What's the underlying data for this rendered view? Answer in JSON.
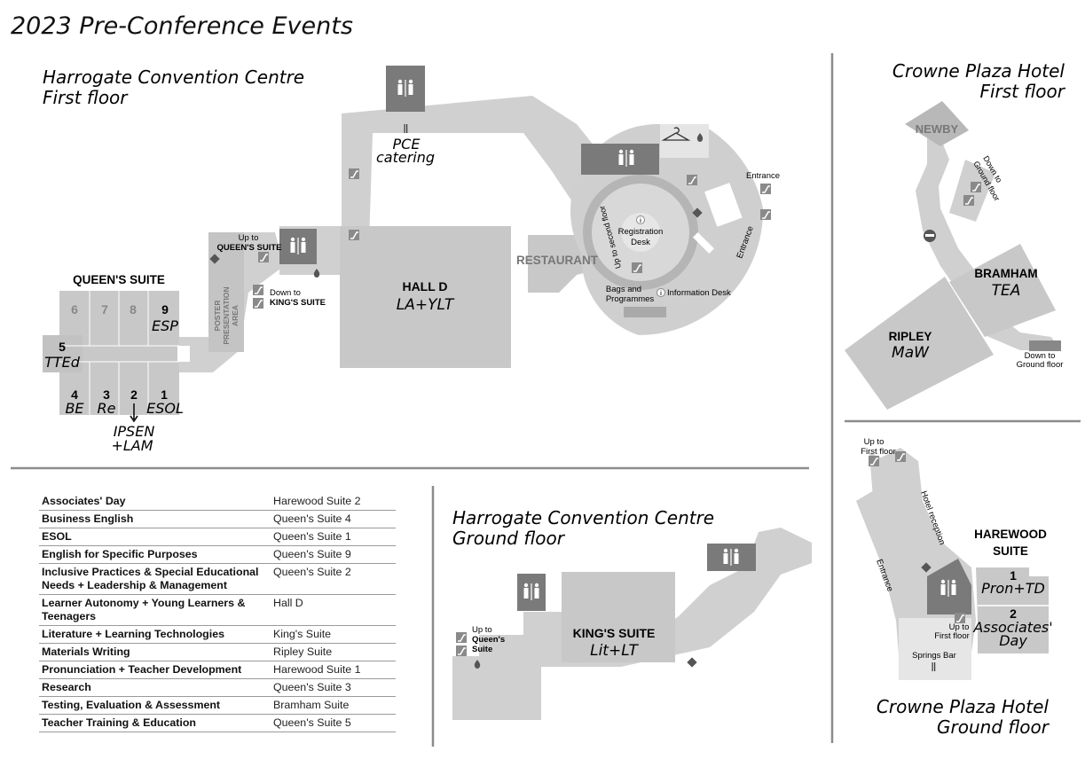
{
  "page_title": "2023 Pre-Conference Events",
  "hcc_first": {
    "title_1": "Harrogate Convention Centre",
    "title_2": "First floor",
    "queens_suite": "QUEEN'S SUITE",
    "room_6": "6",
    "room_7": "7",
    "room_8": "8",
    "room_9": "9",
    "room_9_event": "ESP",
    "room_5": "5",
    "room_5_event": "TTEd",
    "room_4": "4",
    "room_4_event": "BE",
    "room_3": "3",
    "room_3_event": "Re",
    "room_2": "2",
    "room_1": "1",
    "room_1_event": "ESOL",
    "room_2_event_1": "IPSEN",
    "room_2_event_2": "+LAM",
    "poster_1": "POSTER",
    "poster_2": "PRESENTATION",
    "poster_3": "AREA",
    "up_to_1": "Up to",
    "up_to_2": "QUEEN'S SUITE",
    "down_to_1": "Down to",
    "down_to_2": "KING'S SUITE",
    "pce_1": "PCE",
    "pce_2": "catering",
    "hall": "HALL D",
    "hall_event": "LA+YLT",
    "restaurant": "RESTAURANT",
    "registration_1": "Registration",
    "registration_2": "Desk",
    "up_to_second": "Up to second floor",
    "bags_1": "Bags and",
    "bags_2": "Programmes",
    "information": "Information Desk",
    "entrance_1": "Entrance",
    "entrance_2": "Entrance",
    "info_glyph": "i"
  },
  "hcc_ground": {
    "title_1": "Harrogate Convention Centre",
    "title_2": "Ground floor",
    "kings_suite": "KING'S SUITE",
    "kings_event": "Lit+LT",
    "up_to_1": "Up to",
    "up_to_2": "Queen's",
    "up_to_3": "Suite"
  },
  "cp_first": {
    "title_1": "Crowne Plaza Hotel",
    "title_2": "First floor",
    "newby": "NEWBY",
    "down_1": "Down to",
    "down_2": "Ground floor",
    "bramham": "BRAMHAM",
    "bramham_event": "TEA",
    "ripley": "RIPLEY",
    "ripley_event": "MaW",
    "down_b_1": "Down to",
    "down_b_2": "Ground floor"
  },
  "cp_ground": {
    "title_1": "Crowne Plaza Hotel",
    "title_2": "Ground floor",
    "up_1": "Up to",
    "up_2": "First floor",
    "hotel_reception": "Hotel reception",
    "entrance": "Entrance",
    "harewood_1": "HAREWOOD",
    "harewood_2": "SUITE",
    "suite_1": "1",
    "suite_1_event": "Pron+TD",
    "suite_2": "2",
    "suite_2_event_1": "Associates'",
    "suite_2_event_2": "Day",
    "up_b_1": "Up to",
    "up_b_2": "First floor",
    "springs_bar": "Springs Bar"
  },
  "legend": [
    {
      "event": "Associates' Day",
      "room": "Harewood Suite 2"
    },
    {
      "event": "Business English",
      "room": "Queen's Suite 4"
    },
    {
      "event": "ESOL",
      "room": "Queen's Suite 1"
    },
    {
      "event": "English for Specific Purposes",
      "room": "Queen's Suite 9"
    },
    {
      "event": "Inclusive Practices & Special Educational Needs + Leadership & Management",
      "room": "Queen's Suite 2"
    },
    {
      "event": "Learner Autonomy + Young Learners & Teenagers",
      "room": "Hall D"
    },
    {
      "event": "Literature + Learning Technologies",
      "room": "King's Suite"
    },
    {
      "event": "Materials Writing",
      "room": "Ripley Suite"
    },
    {
      "event": "Pronunciation + Teacher Development",
      "room": "Harewood Suite 1"
    },
    {
      "event": "Research",
      "room": "Queen's Suite 3"
    },
    {
      "event": "Testing, Evaluation & Assessment",
      "room": "Bramham Suite"
    },
    {
      "event": "Teacher Training & Education",
      "room": "Queen's Suite 5"
    }
  ],
  "colors": {
    "floor": "#d0d0d0",
    "room": "#c6c6c6",
    "toilet": "#7a7a7a",
    "divider": "#8c8c8c"
  }
}
